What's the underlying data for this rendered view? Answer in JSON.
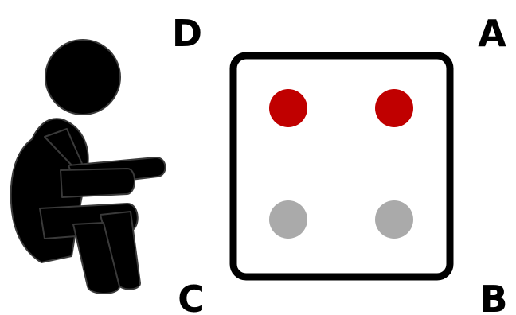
{
  "labels": {
    "top_left": "D",
    "top_right": "A",
    "bottom_left": "C",
    "bottom_right": "B"
  },
  "colors": {
    "red_dot": "#c00000",
    "gray_dot": "#aaaaaa",
    "outline": "#000000",
    "figure": "#000000"
  },
  "icons": {
    "person": "seated-person-icon",
    "panel": "square-panel-with-four-dots"
  }
}
